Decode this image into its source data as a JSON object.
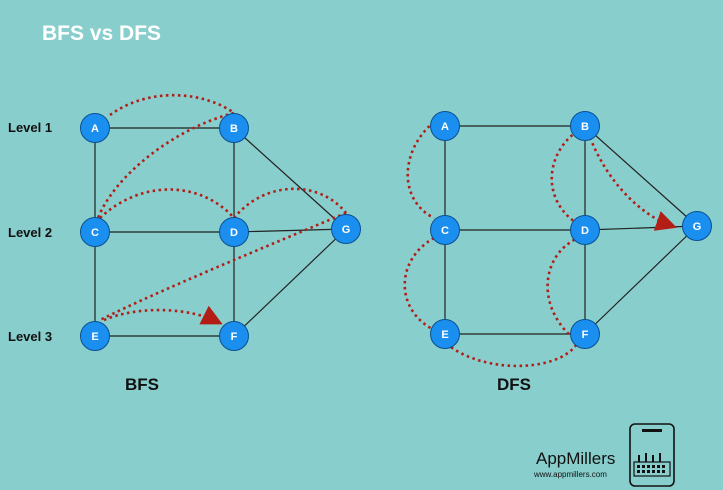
{
  "title": "BFS vs DFS",
  "levels": [
    "Level 1",
    "Level 2",
    "Level 3"
  ],
  "graph": {
    "nodes": [
      "A",
      "B",
      "C",
      "D",
      "E",
      "F",
      "G"
    ],
    "edges": [
      [
        "A",
        "B"
      ],
      [
        "A",
        "C"
      ],
      [
        "B",
        "D"
      ],
      [
        "B",
        "G"
      ],
      [
        "C",
        "D"
      ],
      [
        "C",
        "E"
      ],
      [
        "D",
        "F"
      ],
      [
        "D",
        "G"
      ],
      [
        "E",
        "F"
      ],
      [
        "F",
        "G"
      ]
    ]
  },
  "bfs": {
    "caption": "BFS",
    "traversal": [
      "A",
      "B",
      "C",
      "D",
      "G",
      "E",
      "F"
    ]
  },
  "dfs": {
    "caption": "DFS",
    "traversal": [
      "A",
      "C",
      "E",
      "F",
      "D",
      "B",
      "G"
    ]
  },
  "brand": {
    "name": "AppMillers",
    "url": "www.appmillers.com"
  },
  "colors": {
    "background": "#88cecd",
    "node_fill": "#1a8ff0",
    "node_stroke": "#0a4f8f",
    "edge": "#222222",
    "traversal": "#b21d16"
  }
}
